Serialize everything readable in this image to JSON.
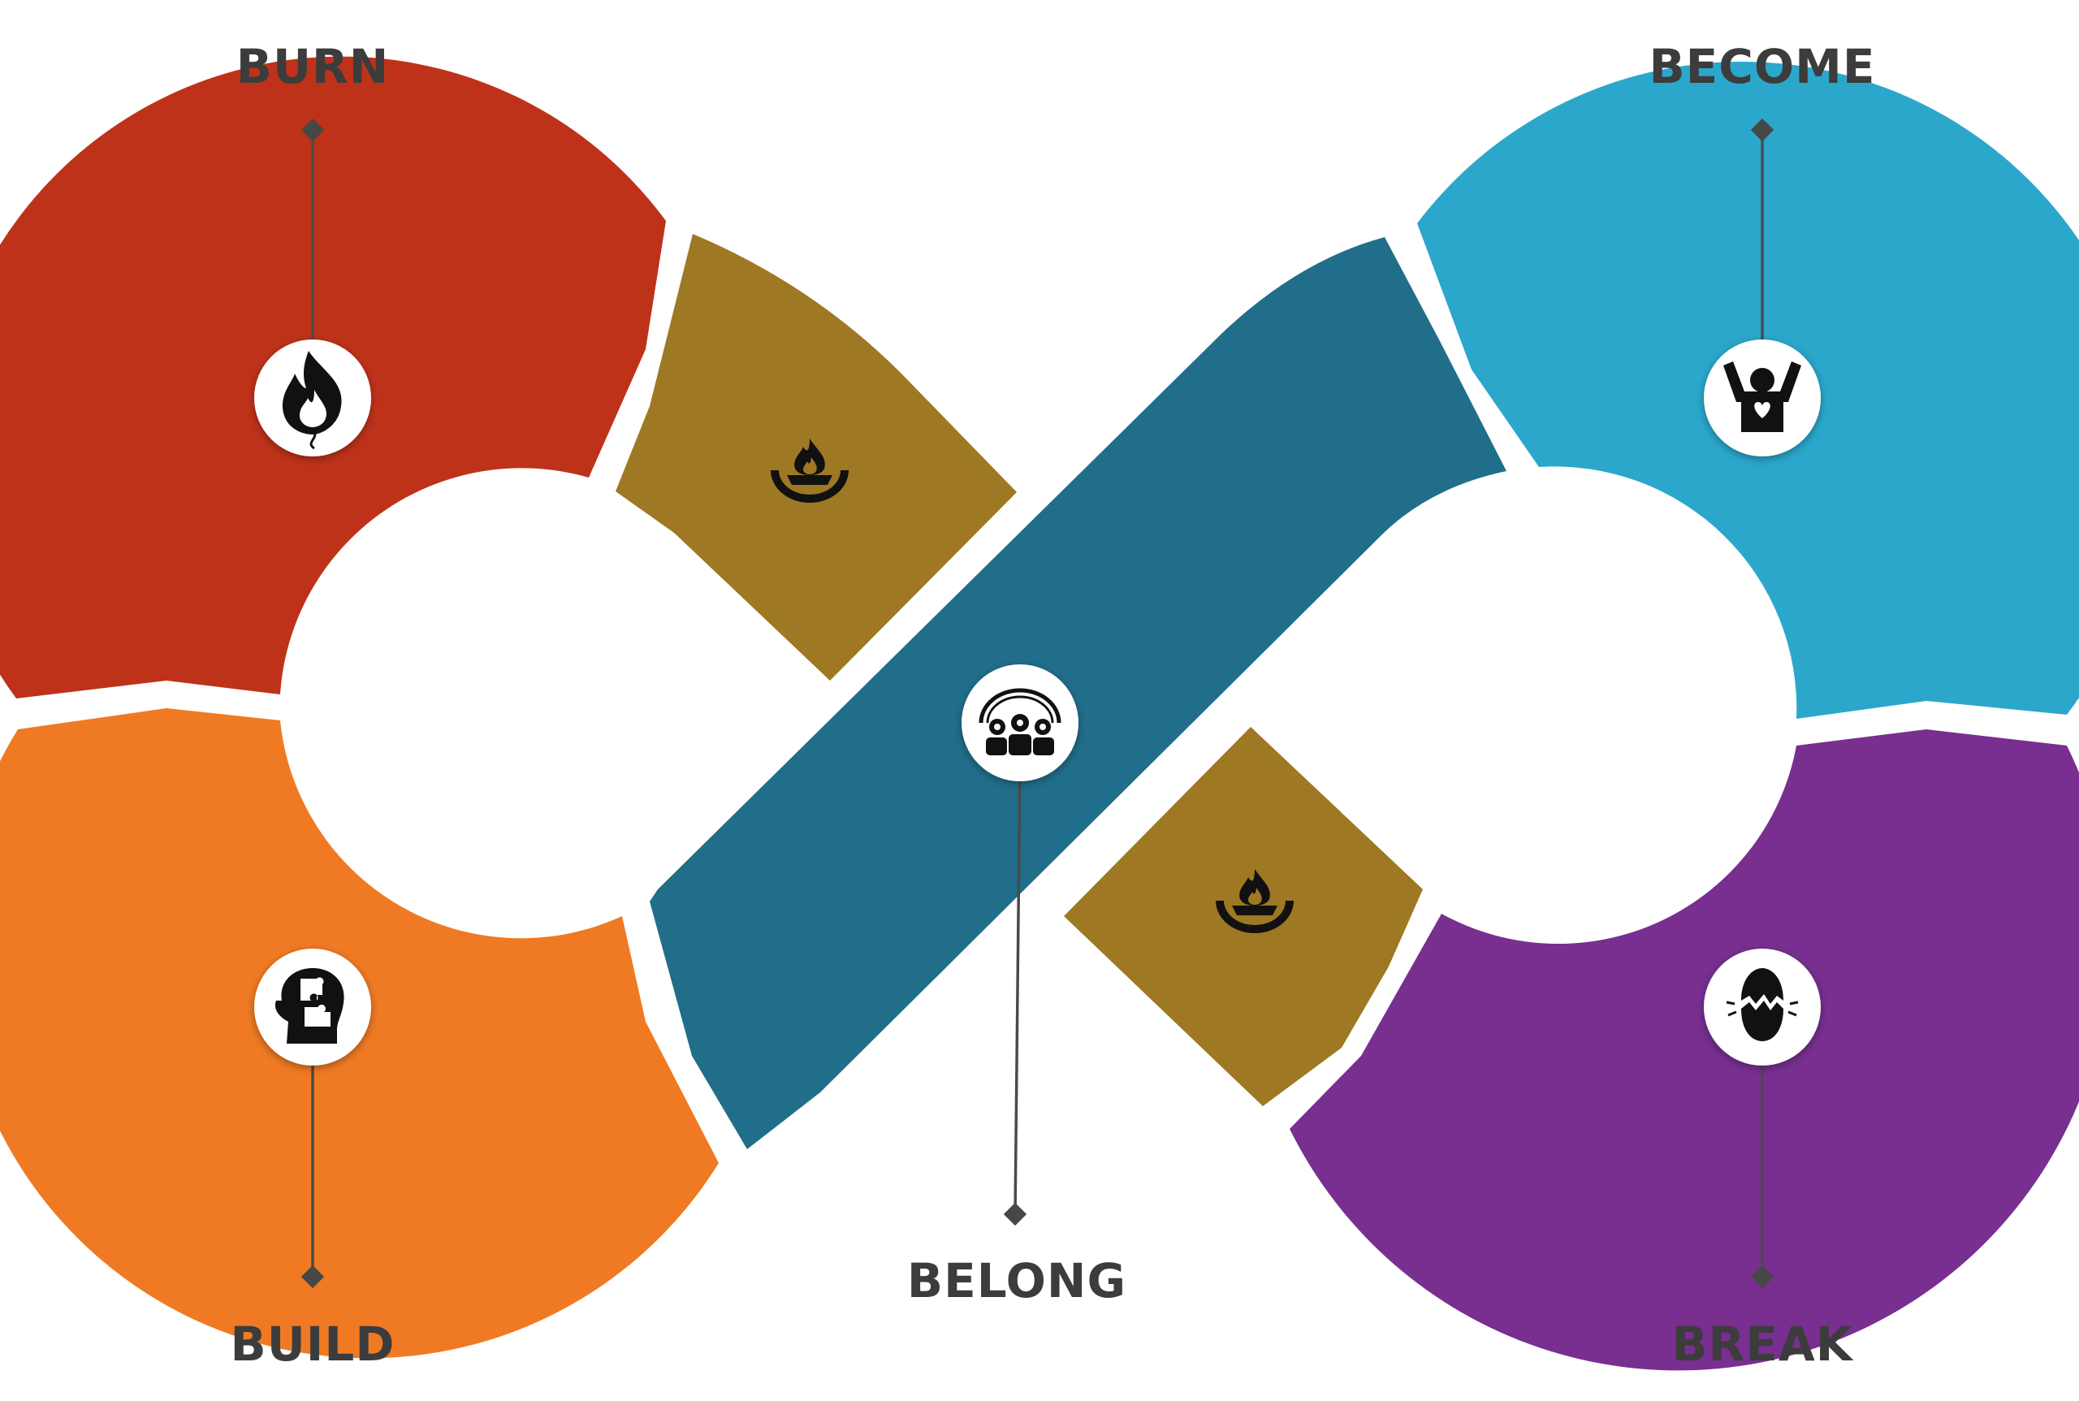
{
  "stages": {
    "burn": {
      "label": "BURN",
      "color": "#BE321A",
      "icon": "flame-icon"
    },
    "build": {
      "label": "BUILD",
      "color": "#EF7A23",
      "icon": "head-puzzle-icon"
    },
    "belong": {
      "label": "BELONG",
      "color": "#206E8A",
      "icon": "group-people-icon"
    },
    "become": {
      "label": "BECOME",
      "color": "#2BA7CB",
      "icon": "raised-arms-person-icon"
    },
    "break": {
      "label": "BREAK",
      "color": "#782F90",
      "icon": "cracked-egg-icon"
    }
  },
  "connectors": {
    "color": "#9E7822",
    "icon": "flame-bowl-icon"
  },
  "leader_color": "#474747",
  "label_color": "#3c3c3c",
  "background": "#ffffff"
}
